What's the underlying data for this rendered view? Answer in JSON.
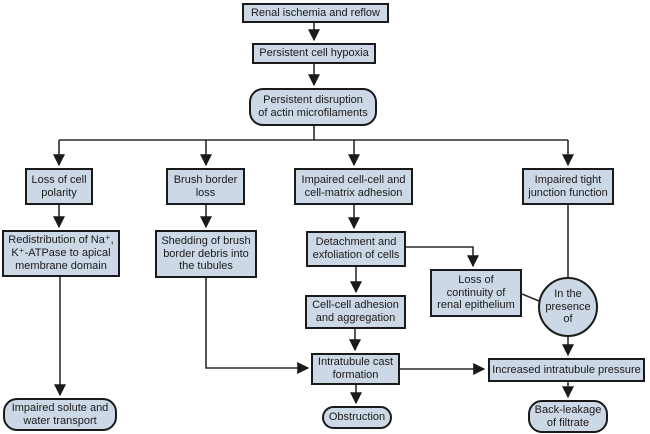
{
  "diagram": {
    "title": "Renal ischemia and reflow pathophysiology flowchart",
    "colors": {
      "node_fill": "#cdd8e6",
      "node_border": "#1a1a1a",
      "connector": "#2b2b2b",
      "background": "#ffffff",
      "text": "#1a1a1a"
    },
    "nodes": {
      "renal_ischemia": "Renal ischemia and reflow",
      "persistent_hypoxia": "Persistent cell hypoxia",
      "persistent_disruption": "Persistent disruption\nof actin microfilaments",
      "loss_polarity": "Loss of cell\npolarity",
      "brush_border": "Brush border\nloss",
      "impaired_adhesion": "Impaired cell-cell and\ncell-matrix adhesion",
      "impaired_tight_junction": "Impaired tight\njunction function",
      "redistribution": "Redistribution of Na⁺,\nK⁺-ATPase to apical\nmembrane domain",
      "shedding": "Shedding of brush\nborder debris into\nthe tubules",
      "detachment": "Detachment and\nexfoliation of cells",
      "loss_continuity": "Loss of\ncontinuity of\nrenal epithelium",
      "in_presence": "In the\npresence\nof",
      "cell_cell_adhesion": "Cell-cell adhesion\nand aggregation",
      "intratubule_cast": "Intratubule cast\nformation",
      "increased_pressure": "Increased intratubule pressure",
      "impaired_solute": "Impaired solute and\nwater transport",
      "obstruction": "Obstruction",
      "back_leakage": "Back-leakage\nof filtrate"
    }
  }
}
